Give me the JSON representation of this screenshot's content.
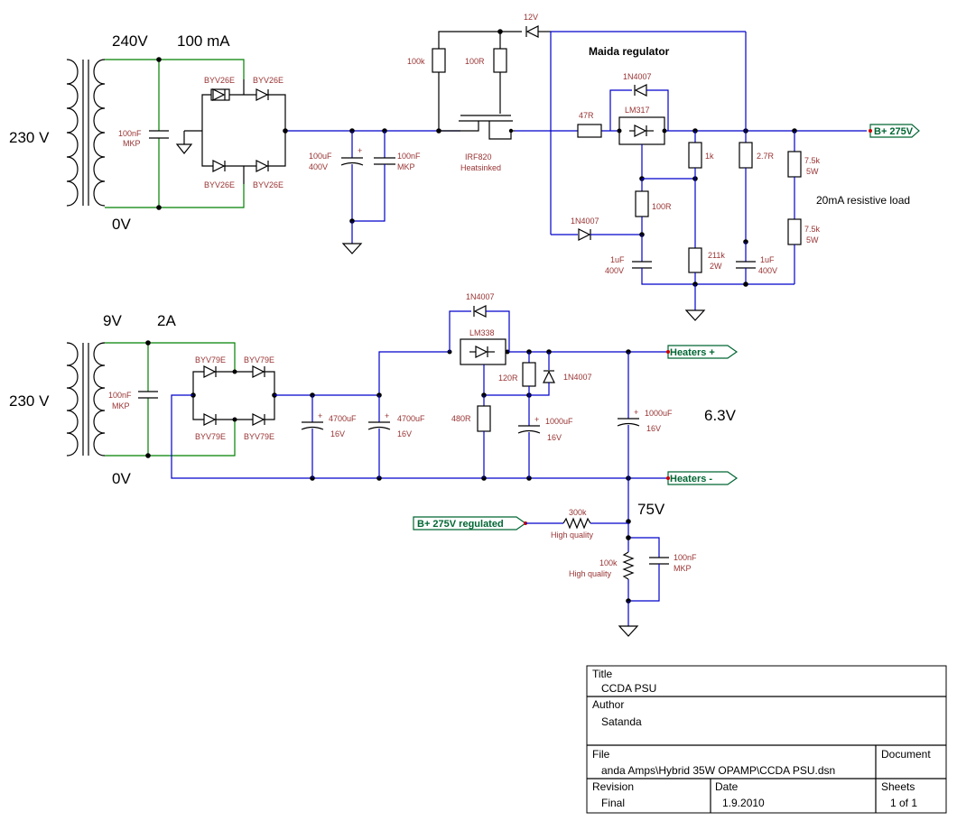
{
  "title_block": {
    "title_label": "Title",
    "title_value": "CCDA PSU",
    "author_label": "Author",
    "author_value": "Satanda",
    "file_label": "File",
    "file_value": "anda Amps\\Hybrid 35W OPAMP\\CCDA PSU.dsn",
    "document_label": "Document",
    "revision_label": "Revision",
    "revision_value": "Final",
    "date_label": "Date",
    "date_value": "1.9.2010",
    "sheets_label": "Sheets",
    "sheets_value": "1 of 1"
  },
  "hv_section": {
    "mains": "230 V",
    "secondary_v": "240V",
    "current": "100 mA",
    "zero": "0V",
    "cap_in_value": "100nF",
    "cap_in_type": "MKP",
    "diode_tl": "BYV26E",
    "diode_tr": "BYV26E",
    "diode_bl": "BYV26E",
    "diode_br": "BYV26E",
    "c_res_value": "100uF",
    "c_res_volt": "400V",
    "c_film_value": "100nF",
    "c_film_type": "MKP",
    "r_gate": "100k",
    "r_drain": "100R",
    "zener": "12V",
    "mosfet_name": "IRF820",
    "mosfet_note": "Heatsinked",
    "regulator_title": "Maida regulator",
    "d_protect_top": "1N4007",
    "r_adj_in": "47R",
    "lm317": "LM317",
    "r_1k": "1k",
    "r_2k7": "2.7R",
    "r_75k_a": "7.5k",
    "r_75k_a_w": "5W",
    "r_75k_b": "7.5k",
    "r_75k_b_w": "5W",
    "load_note": "20mA resistive load",
    "d_protect_mid": "1N4007",
    "r_100r_adj": "100R",
    "c_adj_value": "1uF",
    "c_adj_volt": "400V",
    "r_211k": "211k",
    "r_211k_w": "2W",
    "c_out_value": "1uF",
    "c_out_volt": "400V",
    "out_port": "B+ 275V"
  },
  "lv_section": {
    "secondary_v": "9V",
    "current": "2A",
    "mains": "230 V",
    "zero": "0V",
    "cap_in_value": "100nF",
    "cap_in_type": "MKP",
    "diode_tl": "BYV79E",
    "diode_tr": "BYV79E",
    "diode_bl": "BYV79E",
    "diode_br": "BYV79E",
    "c1_value": "4700uF",
    "c1_volt": "16V",
    "c2_value": "4700uF",
    "c2_volt": "16V",
    "d_protect": "1N4007",
    "lm338": "LM338",
    "r_120r": "120R",
    "d_out": "1N4007",
    "r_480r": "480R",
    "c_adj_value": "1000uF",
    "c_adj_volt": "16V",
    "c_out_value": "1000uF",
    "c_out_volt": "16V",
    "out_voltage": "6.3V",
    "port_plus": "Heaters +",
    "port_minus": "Heaters -"
  },
  "bias_section": {
    "in_port": "B+ 275V regulated",
    "r_top_value": "300k",
    "r_top_note": "High quality",
    "node_voltage": "75V",
    "r_bot_value": "100k",
    "r_bot_note": "High quality",
    "cap_value": "100nF",
    "cap_type": "MKP"
  }
}
